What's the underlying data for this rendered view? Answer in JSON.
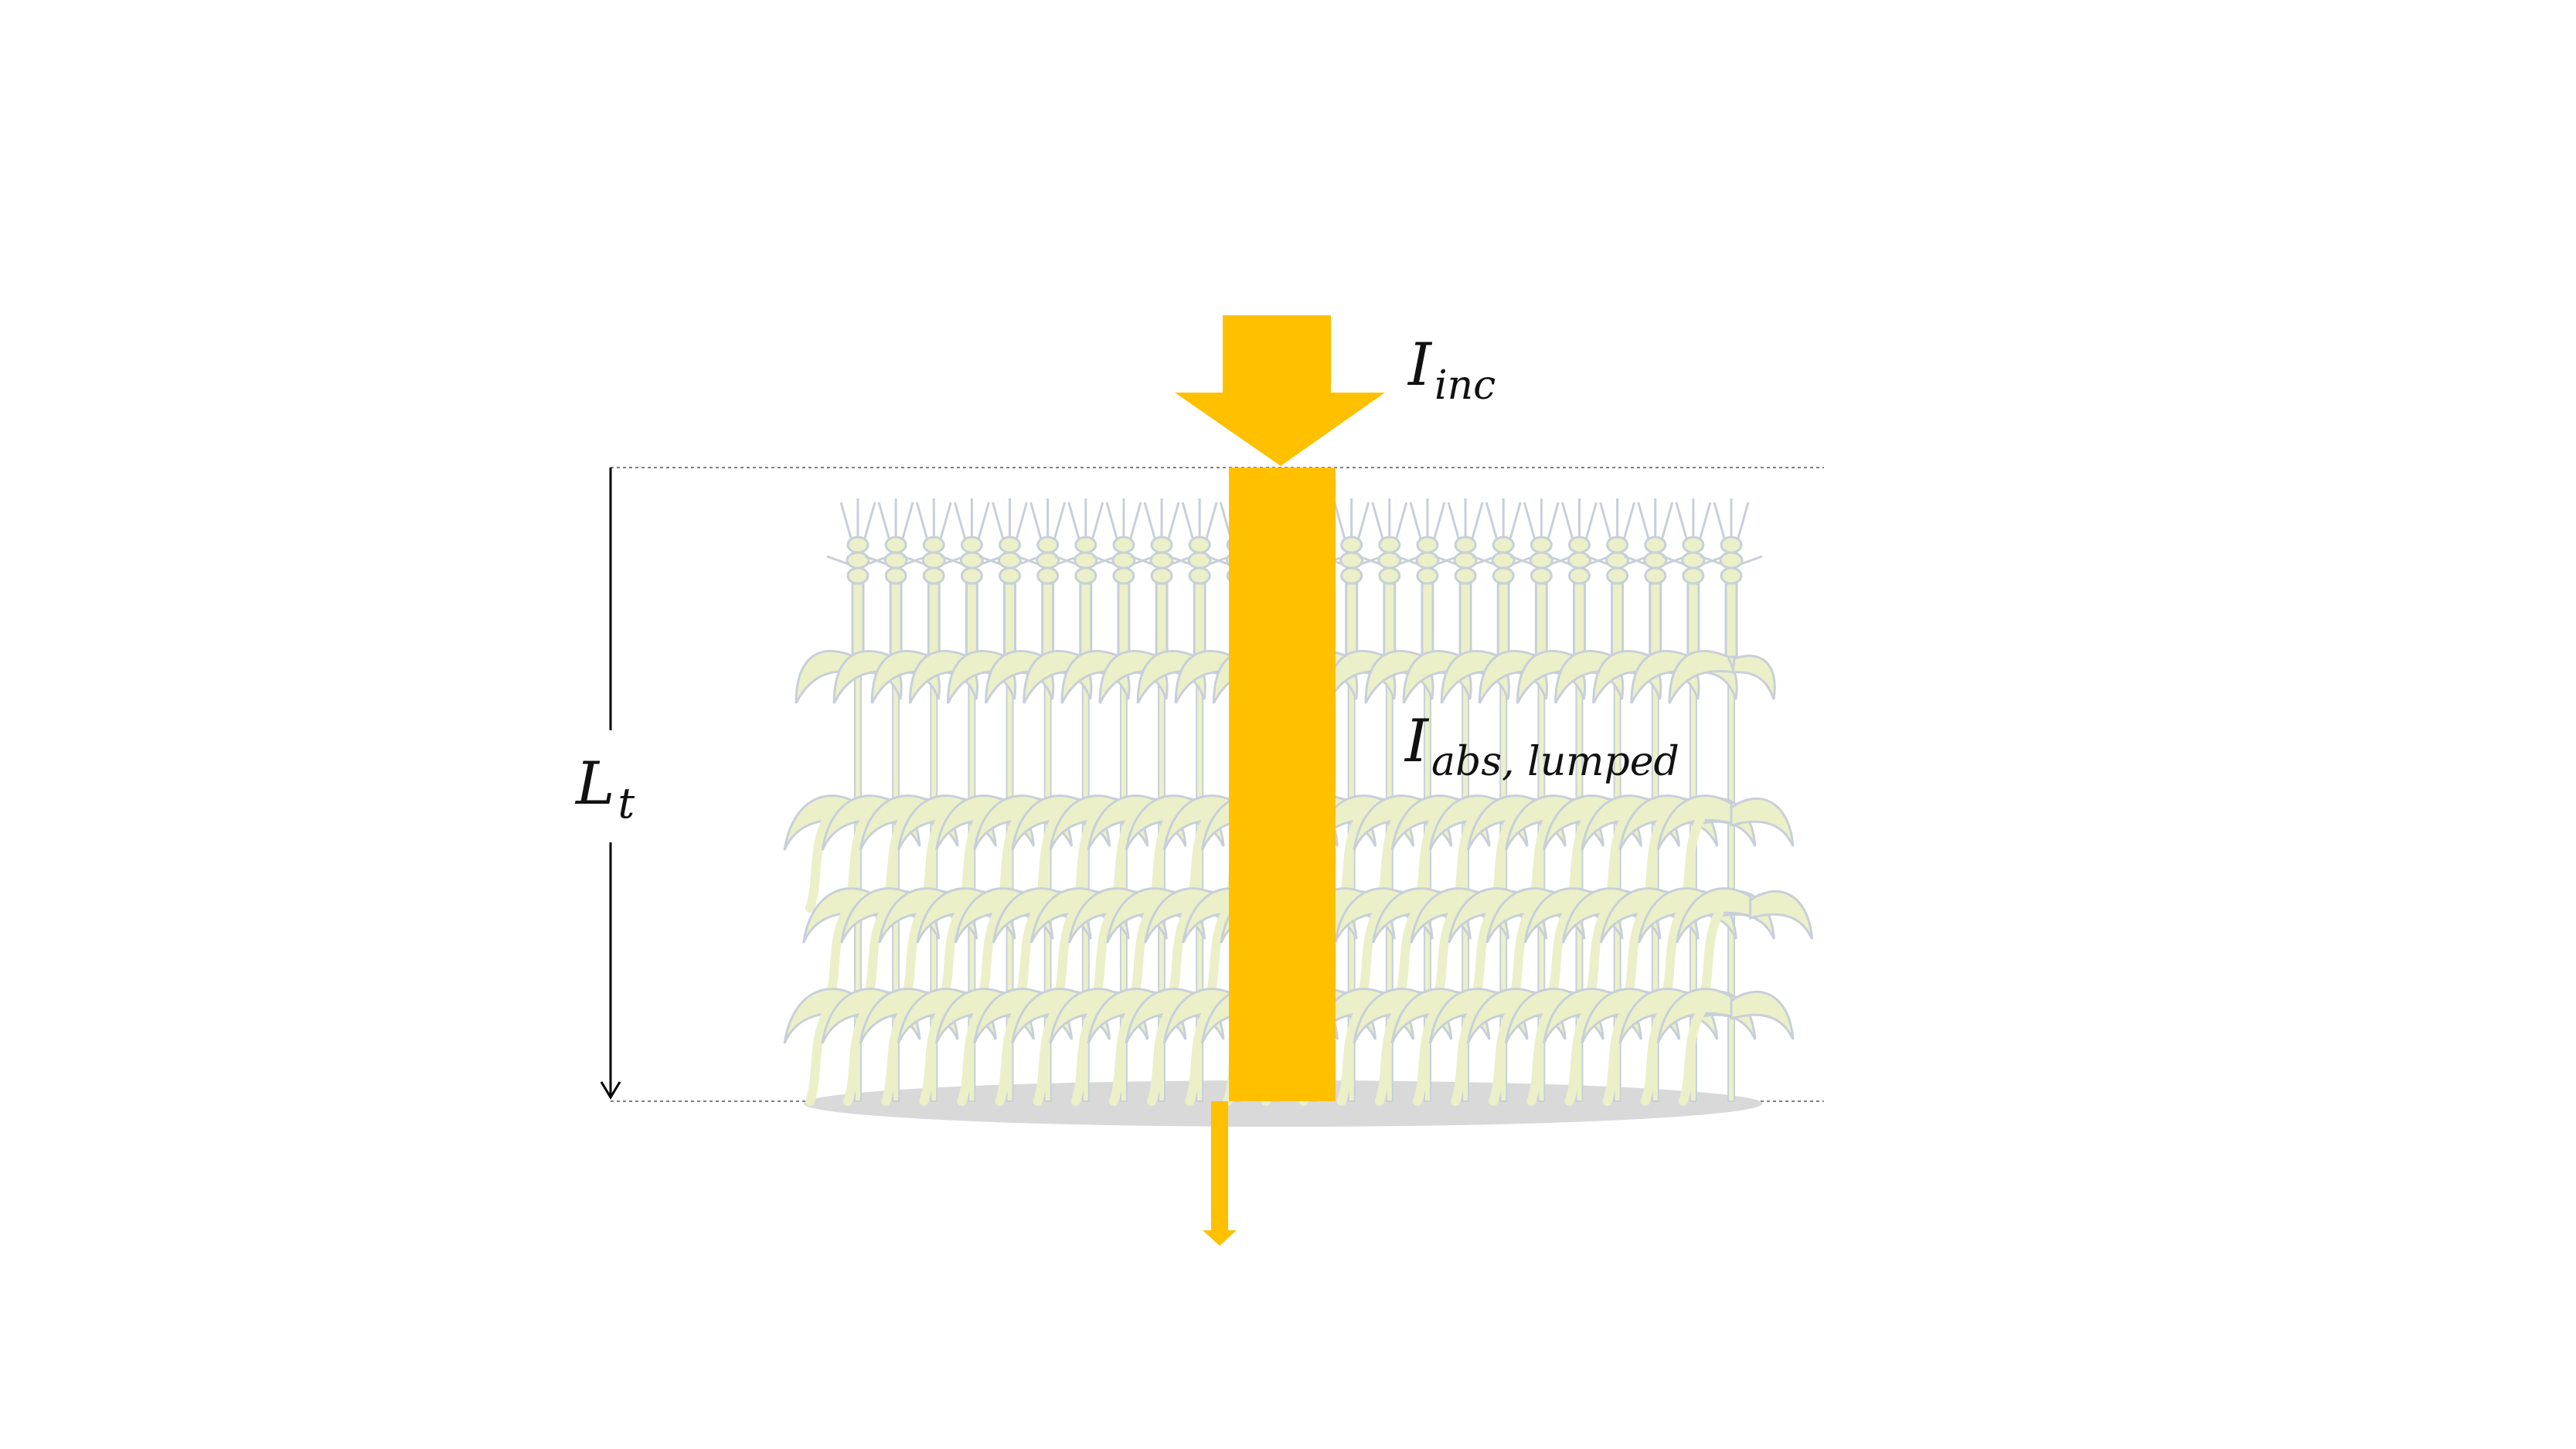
{
  "labels": {
    "incident": {
      "main": "I",
      "sub": "inc"
    },
    "absorbed": {
      "main": "I",
      "sub": "abs, lumped"
    },
    "canopy_depth": {
      "main": "L",
      "sub": "t"
    }
  },
  "colors": {
    "light": "#FFC000",
    "plant_fill": "#EBF0C8",
    "plant_stroke": "#C9CFD9",
    "soil": "#D9D9D9",
    "axis": "#000000",
    "guide": "#7F7F7F"
  },
  "icons": {
    "incident-arrow": "large-down-arrow",
    "transmitted-arrow": "small-down-arrow",
    "plant": "wheat-plant"
  },
  "canopy": {
    "plant_rows": 3,
    "plants_per_row": 24
  }
}
